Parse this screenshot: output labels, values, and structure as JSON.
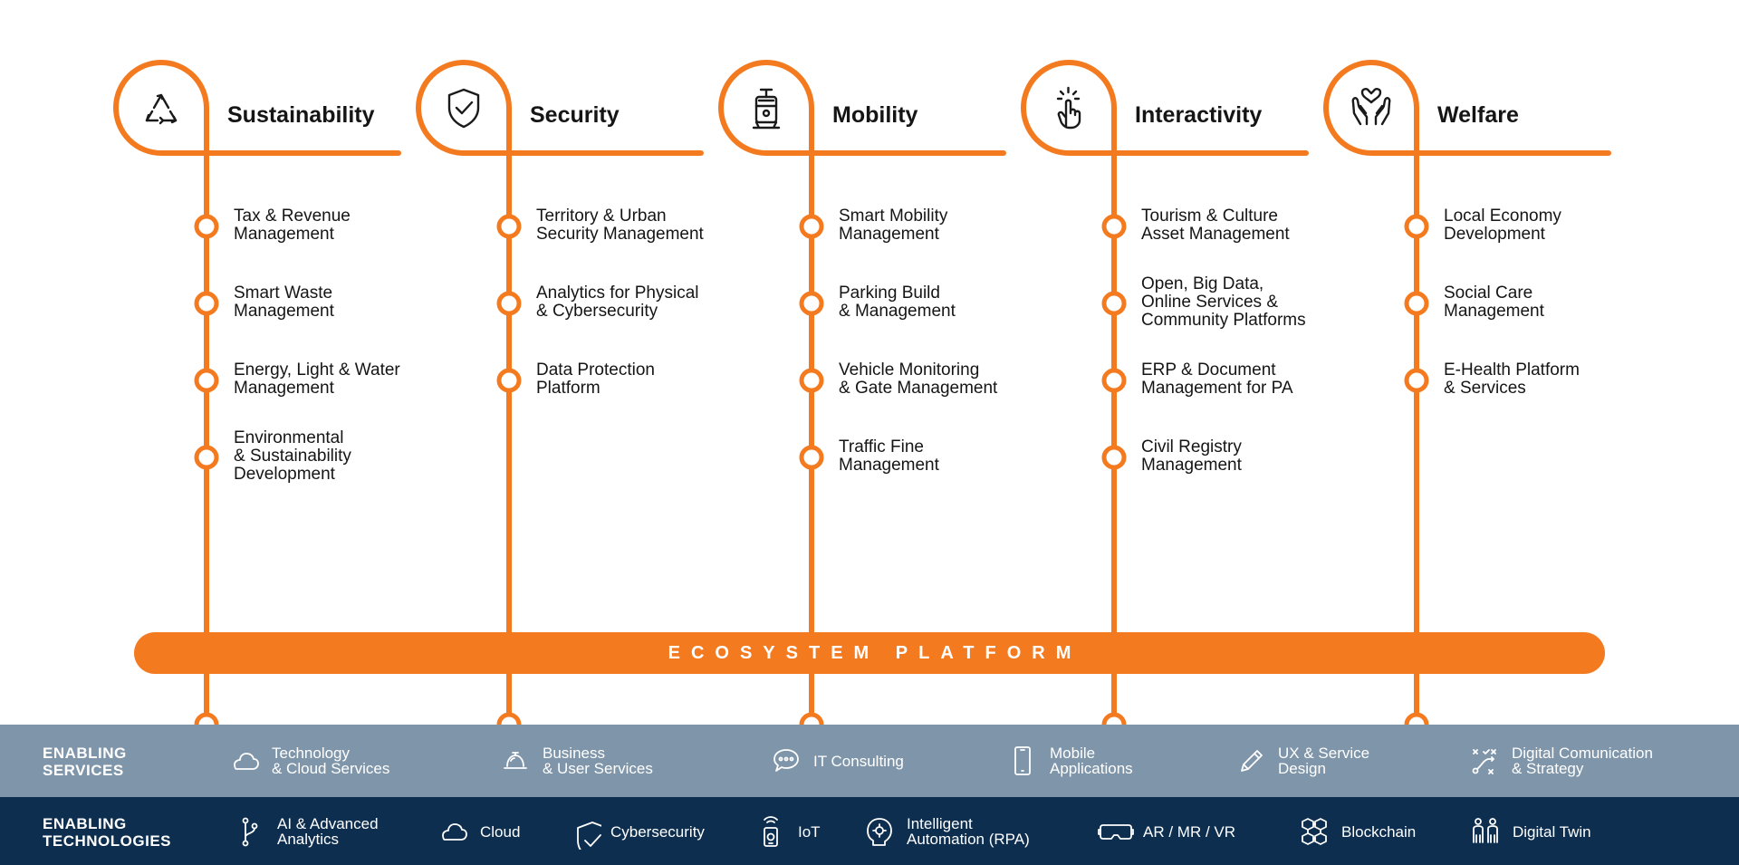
{
  "accent_color": "#F47A20",
  "pillars": [
    {
      "title": "Sustainability",
      "icon": "recycle-icon",
      "items": [
        "Tax & Revenue\nManagement",
        "Smart Waste\nManagement",
        "Energy, Light & Water\nManagement",
        "Environmental\n& Sustainability\nDevelopment"
      ]
    },
    {
      "title": "Security",
      "icon": "shield-check-icon",
      "items": [
        "Territory & Urban\nSecurity Management",
        "Analytics for Physical\n& Cybersecurity",
        "Data Protection\nPlatform"
      ]
    },
    {
      "title": "Mobility",
      "icon": "tram-icon",
      "items": [
        "Smart Mobility\nManagement",
        "Parking Build\n& Management",
        "Vehicle Monitoring\n& Gate Management",
        "Traffic Fine\nManagement"
      ]
    },
    {
      "title": "Interactivity",
      "icon": "touch-hand-icon",
      "items": [
        "Tourism & Culture\nAsset Management",
        "Open, Big Data,\nOnline Services &\nCommunity Platforms",
        "ERP & Document\nManagement for PA",
        "Civil Registry\nManagement"
      ]
    },
    {
      "title": "Welfare",
      "icon": "hands-heart-icon",
      "items": [
        "Local Economy\nDevelopment",
        "Social Care\nManagement",
        "E-Health Platform\n& Services"
      ]
    }
  ],
  "ecosystem_label": "ECOSYSTEM PLATFORM",
  "enabling_services": {
    "title": "ENABLING\nSERVICES",
    "items": [
      {
        "label": "Technology\n& Cloud Services",
        "icon": "cloud-icon"
      },
      {
        "label": "Business\n& User Services",
        "icon": "service-bell-icon"
      },
      {
        "label": "IT Consulting",
        "icon": "chat-bubble-icon"
      },
      {
        "label": "Mobile\nApplications",
        "icon": "smartphone-icon"
      },
      {
        "label": "UX & Service\nDesign",
        "icon": "pencil-icon"
      },
      {
        "label": "Digital Comunication\n& Strategy",
        "icon": "strategy-icon"
      }
    ]
  },
  "enabling_technologies": {
    "title": "ENABLING\nTECHNOLOGIES",
    "items": [
      {
        "label": "AI & Advanced\nAnalytics",
        "icon": "branch-icon"
      },
      {
        "label": "Cloud",
        "icon": "cloud-icon"
      },
      {
        "label": "Cybersecurity",
        "icon": "shield-check-icon"
      },
      {
        "label": "IoT",
        "icon": "iot-device-icon"
      },
      {
        "label": "Intelligent\nAutomation (RPA)",
        "icon": "robot-head-icon"
      },
      {
        "label": "AR / MR / VR",
        "icon": "vr-headset-icon"
      },
      {
        "label": "Blockchain",
        "icon": "cubes-icon"
      },
      {
        "label": "Digital Twin",
        "icon": "twin-people-icon"
      }
    ]
  }
}
